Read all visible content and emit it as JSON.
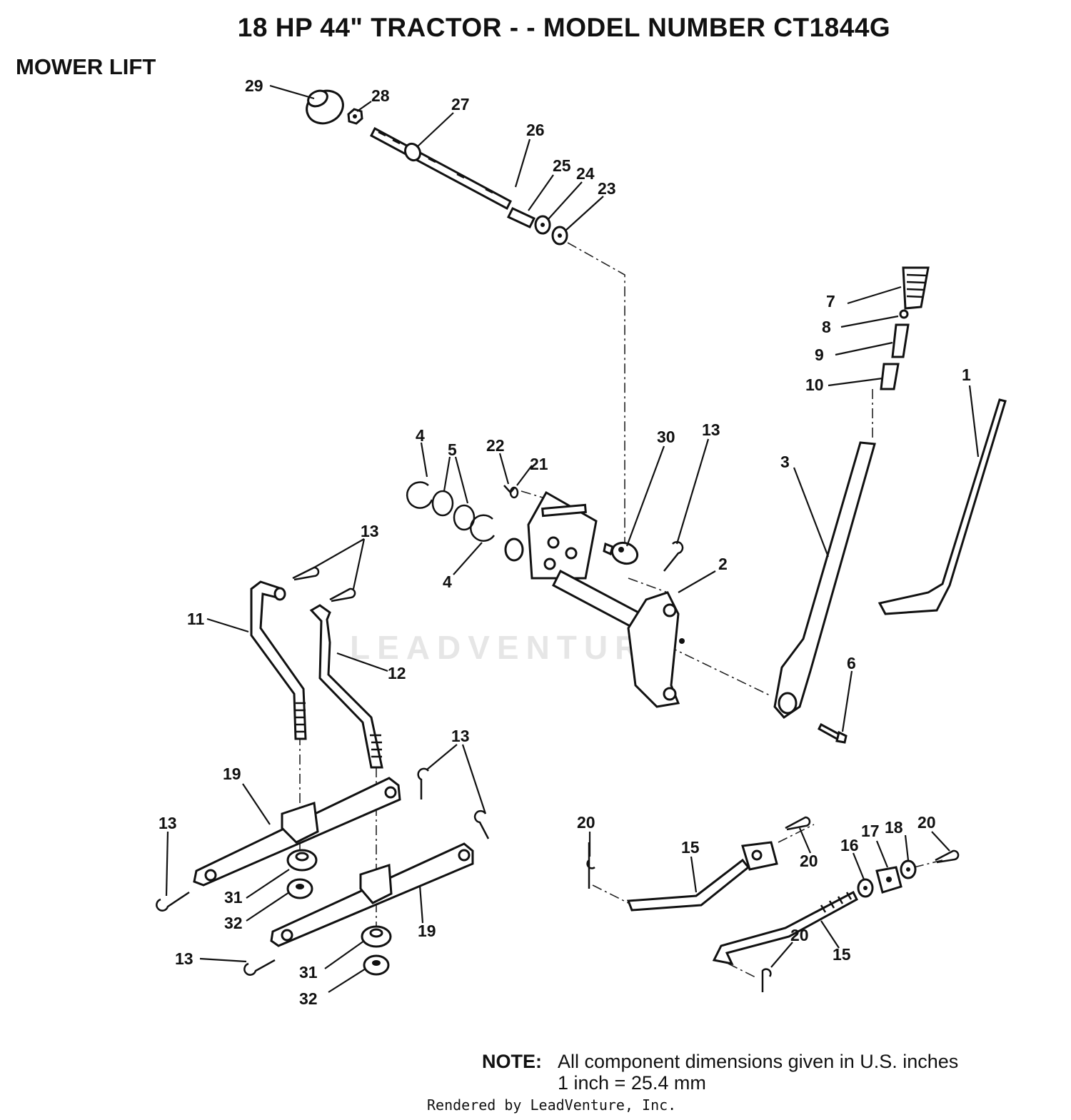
{
  "header": {
    "title": "18 HP 44\" TRACTOR - - MODEL NUMBER CT1844G",
    "section": "MOWER LIFT"
  },
  "watermark": "LEADVENTURE",
  "callouts": [
    {
      "id": "29",
      "label": "29"
    },
    {
      "id": "28",
      "label": "28"
    },
    {
      "id": "27",
      "label": "27"
    },
    {
      "id": "26",
      "label": "26"
    },
    {
      "id": "25",
      "label": "25"
    },
    {
      "id": "24",
      "label": "24"
    },
    {
      "id": "23",
      "label": "23"
    },
    {
      "id": "7",
      "label": "7"
    },
    {
      "id": "8",
      "label": "8"
    },
    {
      "id": "9",
      "label": "9"
    },
    {
      "id": "10",
      "label": "10"
    },
    {
      "id": "1",
      "label": "1"
    },
    {
      "id": "3",
      "label": "3"
    },
    {
      "id": "30",
      "label": "30"
    },
    {
      "id": "13a",
      "label": "13"
    },
    {
      "id": "4a",
      "label": "4"
    },
    {
      "id": "5",
      "label": "5"
    },
    {
      "id": "22",
      "label": "22"
    },
    {
      "id": "21",
      "label": "21"
    },
    {
      "id": "4b",
      "label": "4"
    },
    {
      "id": "2",
      "label": "2"
    },
    {
      "id": "6",
      "label": "6"
    },
    {
      "id": "13b",
      "label": "13"
    },
    {
      "id": "11",
      "label": "11"
    },
    {
      "id": "12",
      "label": "12"
    },
    {
      "id": "13c",
      "label": "13"
    },
    {
      "id": "19a",
      "label": "19"
    },
    {
      "id": "13d",
      "label": "13"
    },
    {
      "id": "31a",
      "label": "31"
    },
    {
      "id": "32a",
      "label": "32"
    },
    {
      "id": "19b",
      "label": "19"
    },
    {
      "id": "13e",
      "label": "13"
    },
    {
      "id": "31b",
      "label": "31"
    },
    {
      "id": "32b",
      "label": "32"
    },
    {
      "id": "20a",
      "label": "20"
    },
    {
      "id": "15a",
      "label": "15"
    },
    {
      "id": "20b",
      "label": "20"
    },
    {
      "id": "16",
      "label": "16"
    },
    {
      "id": "17",
      "label": "17"
    },
    {
      "id": "18",
      "label": "18"
    },
    {
      "id": "20c",
      "label": "20"
    },
    {
      "id": "20d",
      "label": "20"
    },
    {
      "id": "15b",
      "label": "15"
    }
  ],
  "note": {
    "label": "NOTE:",
    "line1": "All component dimensions given in U.S. inches",
    "line2": "1 inch = 25.4 mm"
  },
  "credit": "Rendered by LeadVenture, Inc."
}
